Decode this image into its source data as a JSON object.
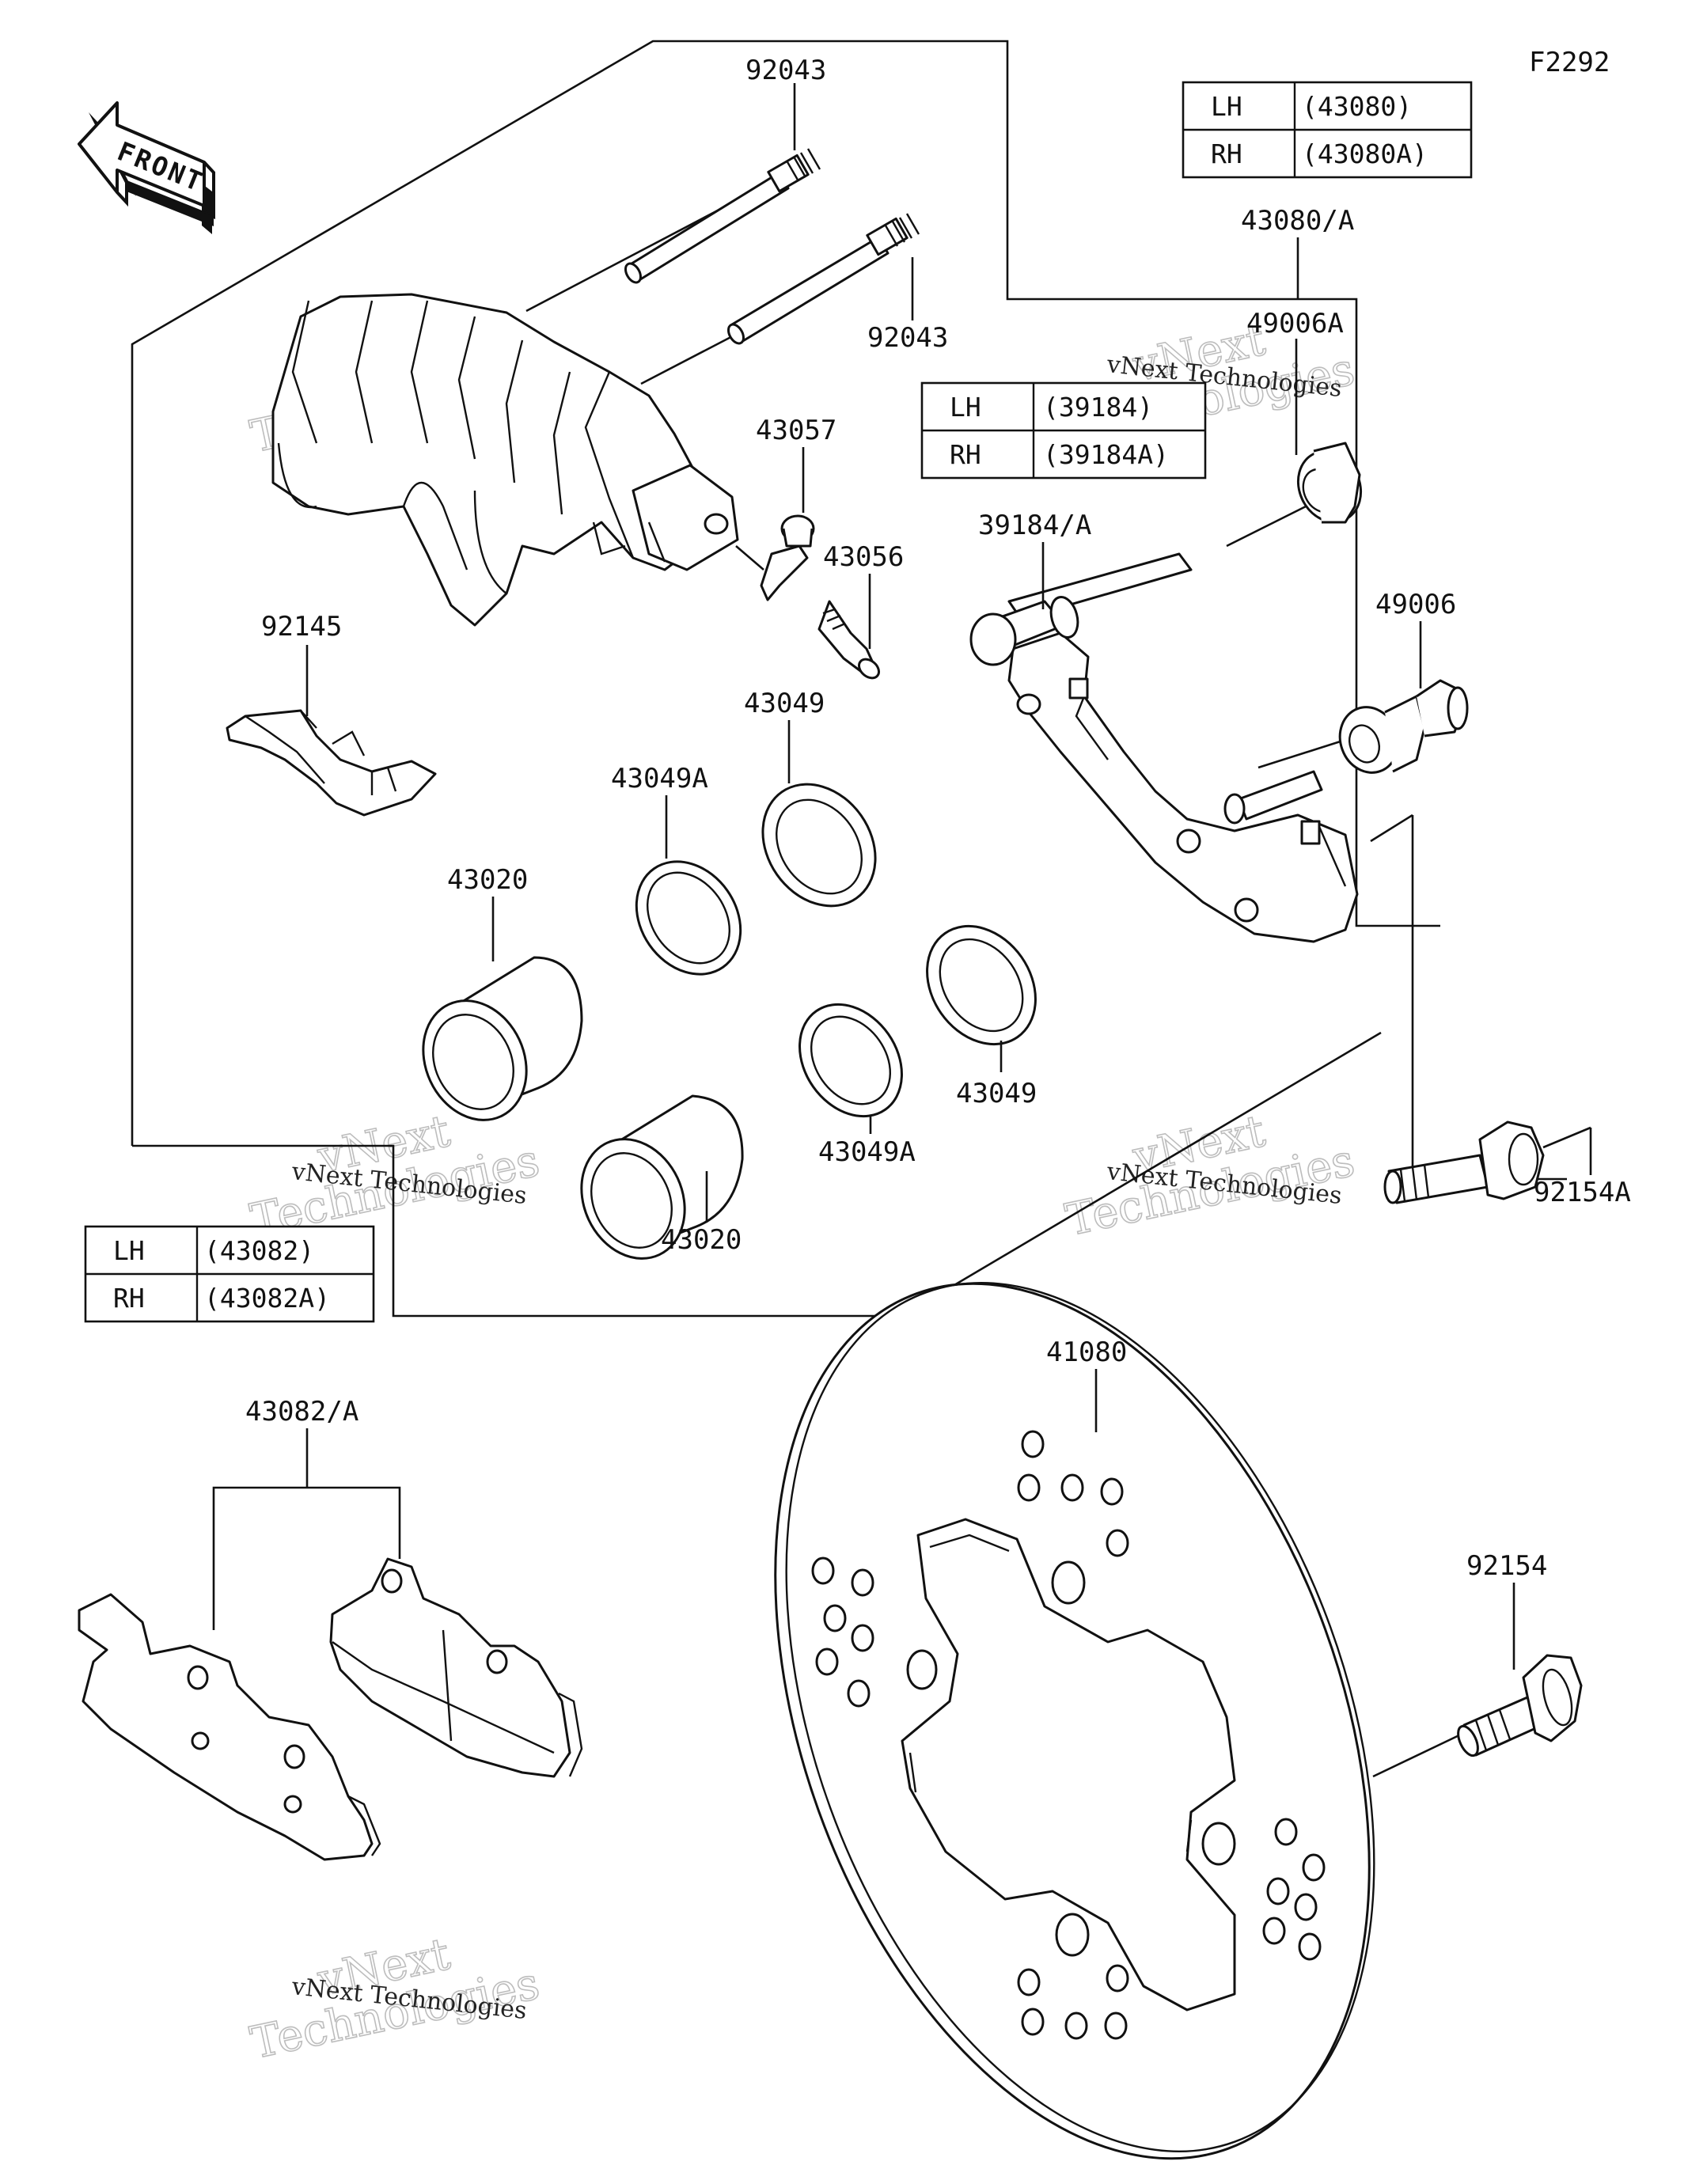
{
  "diagram": {
    "figure_code": "F2292",
    "front_label": "FRONT",
    "watermark": {
      "small": "vNext Technologies",
      "large_1": "vNext",
      "large_2": "Technologies"
    },
    "tables": {
      "caliper": {
        "rows": [
          {
            "side": "LH",
            "code": "(43080)"
          },
          {
            "side": "RH",
            "code": "(43080A)"
          }
        ]
      },
      "holder": {
        "rows": [
          {
            "side": "LH",
            "code": "(39184)"
          },
          {
            "side": "RH",
            "code": "(39184A)"
          }
        ]
      },
      "pads": {
        "rows": [
          {
            "side": "LH",
            "code": "(43082)"
          },
          {
            "side": "RH",
            "code": "(43082A)"
          }
        ]
      }
    },
    "parts": {
      "p92043_a": "92043",
      "p92043_b": "92043",
      "p43080": "43080/A",
      "p49006A": "49006A",
      "p43057": "43057",
      "p43056": "43056",
      "p39184": "39184/A",
      "p49006": "49006",
      "p92145": "92145",
      "p43049_a": "43049",
      "p43049A_a": "43049A",
      "p43020_a": "43020",
      "p43049_b": "43049",
      "p43049A_b": "43049A",
      "p43020_b": "43020",
      "p92154A": "92154A",
      "p41080": "41080",
      "p43082": "43082/A",
      "p92154": "92154"
    }
  }
}
